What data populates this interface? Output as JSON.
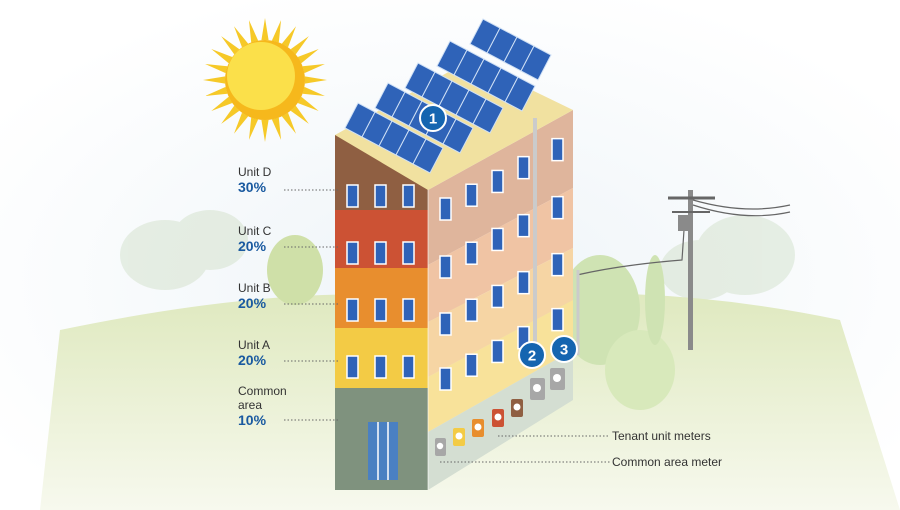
{
  "allocations": [
    {
      "label": "Unit D",
      "percent": "30%"
    },
    {
      "label": "Unit C",
      "percent": "20%"
    },
    {
      "label": "Unit B",
      "percent": "20%"
    },
    {
      "label": "Unit A",
      "percent": "20%"
    },
    {
      "label": "Common area",
      "percent": "10%"
    }
  ],
  "markers": [
    "1",
    "2",
    "3"
  ],
  "callouts": {
    "tenant_meters": "Tenant unit meters",
    "common_meter": "Common area meter"
  },
  "colors": {
    "unit_d": "#8f5f42",
    "unit_c": "#cc5234",
    "unit_b": "#e88e2e",
    "unit_a": "#f3cb45",
    "common": "#7f927e",
    "marker": "#1565b0",
    "sun": "#f6c928",
    "panel": "#2f63b8"
  }
}
